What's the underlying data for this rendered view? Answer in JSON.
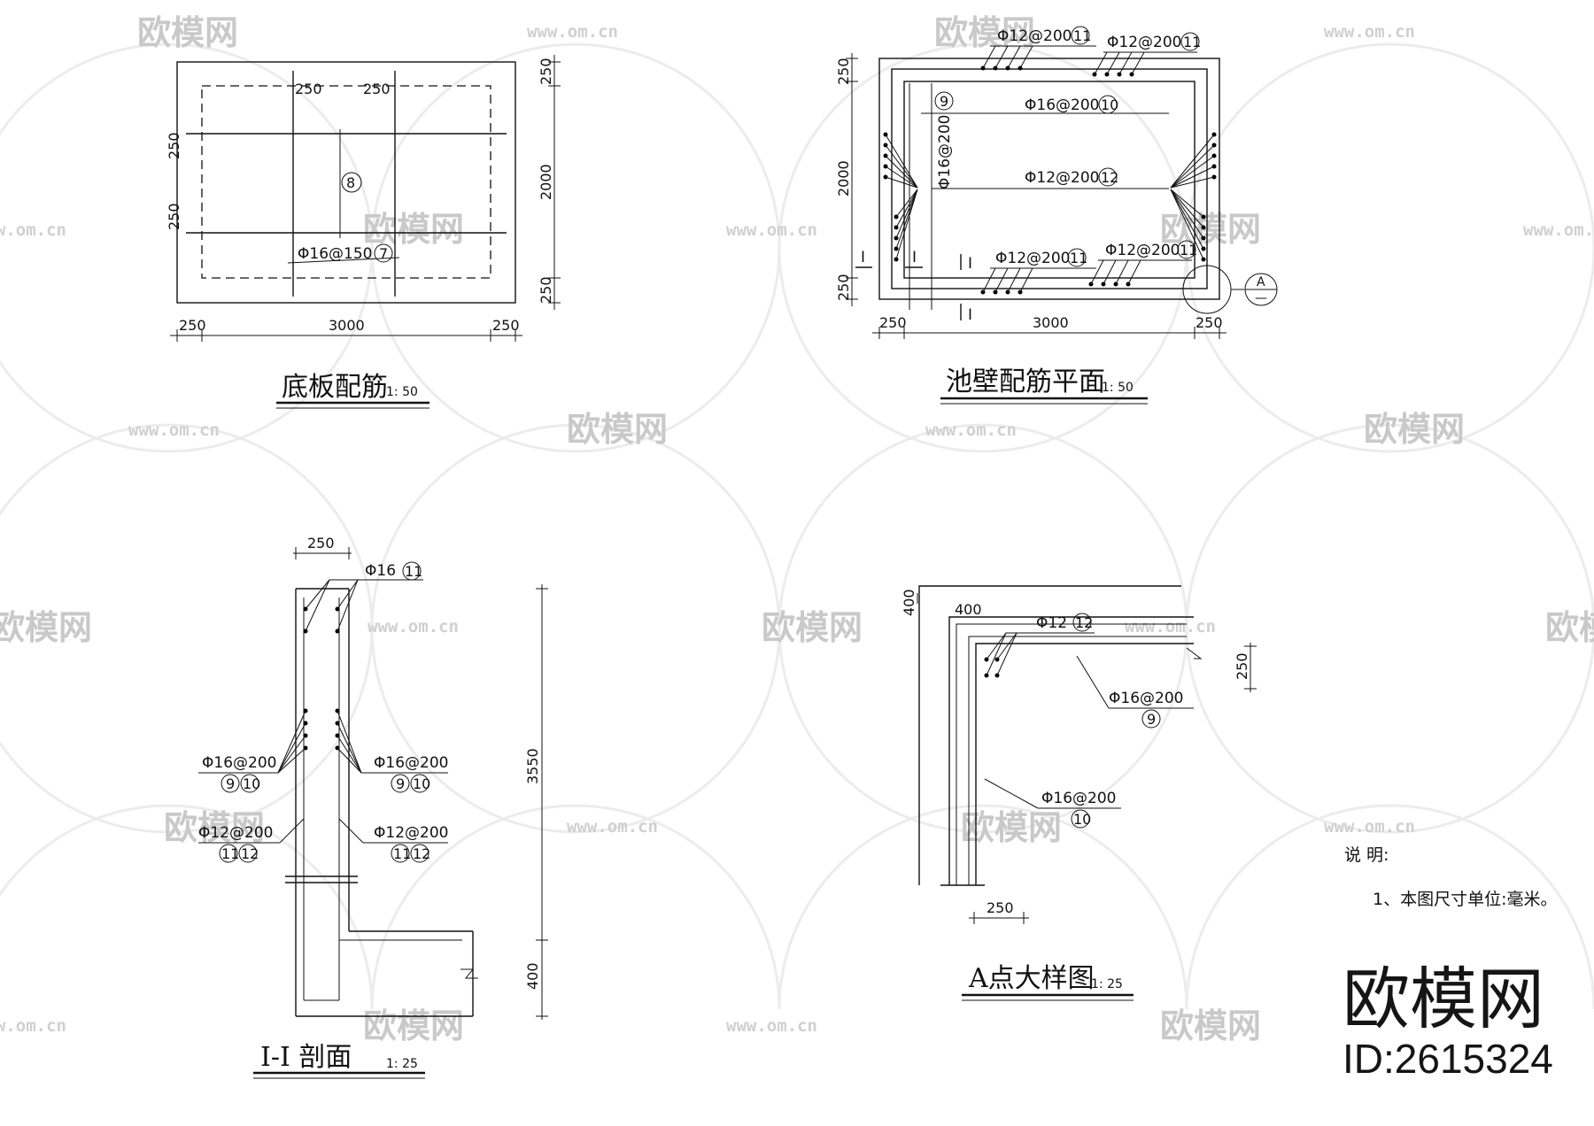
{
  "drawings": {
    "floor_slab": {
      "title": "底板配筋",
      "scale": "1: 50",
      "dims": {
        "d250": "250",
        "d2000": "2000",
        "d3000": "3000"
      },
      "bar_mark": "8",
      "callout": "Φ16@150",
      "callout_mark": "7"
    },
    "wall_plan": {
      "title": "池壁配筋平面",
      "scale": "1: 50",
      "dims": {
        "d250": "250",
        "d2000": "2000",
        "d3000": "3000"
      },
      "callouts": {
        "top_left": "Φ12@200",
        "top_right": "Φ12@200",
        "mid_top": "Φ16@200",
        "mid_center": "Φ12@200",
        "vertical": "Φ16@200",
        "bot_left": "Φ12@200",
        "bot_right": "Φ12@200"
      },
      "marks": {
        "m9": "9",
        "m10": "10",
        "m11": "11",
        "m12": "12"
      },
      "section_mark": "I",
      "detail_ref": "A",
      "detail_ref_sub": "—"
    },
    "section_1_1": {
      "title": "I-I 剖面",
      "scale": "1: 25",
      "dims": {
        "d250": "250",
        "d3550": "3550",
        "d400": "400"
      },
      "callouts": {
        "top": "Φ16",
        "left1": "Φ16@200",
        "right1": "Φ16@200",
        "left2": "Φ12@200",
        "right2": "Φ12@200"
      },
      "marks": {
        "m9": "9",
        "m10": "10",
        "m11": "11",
        "m12": "12"
      }
    },
    "detail_a": {
      "title": "A点大样图",
      "scale": "1: 25",
      "dims": {
        "d400": "400",
        "d250": "250"
      },
      "callouts": {
        "top": "Φ12",
        "right": "Φ16@200",
        "lower": "Φ16@200"
      },
      "marks": {
        "m9": "9",
        "m10": "10",
        "m12": "12"
      }
    }
  },
  "notes": {
    "heading": "说 明:",
    "item1": "1、本图尺寸单位:毫米。"
  },
  "branding": {
    "logo_text": "欧模网",
    "id_text": "ID:2615324",
    "watermark_text": "欧模网",
    "watermark_url": "www.om.cn"
  },
  "colors": {
    "ink": "#111111",
    "watermark": "#c9c9c9",
    "background": "#ffffff"
  }
}
